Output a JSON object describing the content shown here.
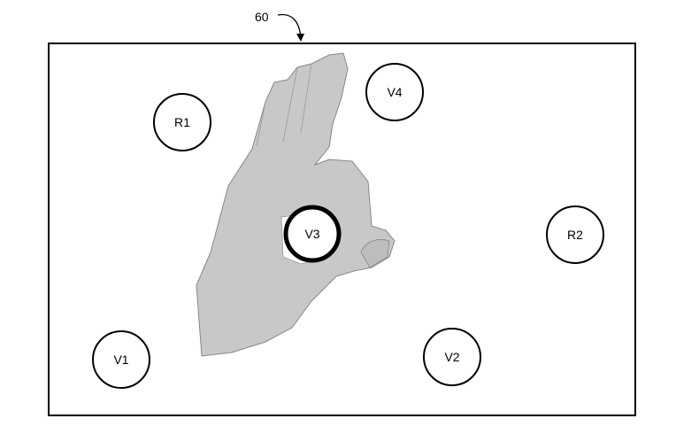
{
  "figure": {
    "reference_numeral": "60",
    "circles": [
      {
        "id": "r1",
        "label": "R1",
        "highlighted": false
      },
      {
        "id": "v4",
        "label": "V4",
        "highlighted": false
      },
      {
        "id": "v3",
        "label": "V3",
        "highlighted": true
      },
      {
        "id": "r2",
        "label": "R2",
        "highlighted": false
      },
      {
        "id": "v1",
        "label": "V1",
        "highlighted": false
      },
      {
        "id": "v2",
        "label": "V2",
        "highlighted": false
      }
    ],
    "colors": {
      "hand_fill": "#c8c8c8",
      "stroke": "#000000"
    }
  }
}
